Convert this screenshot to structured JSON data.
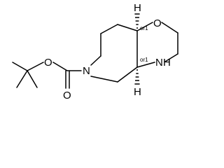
{
  "molecule": {
    "atoms": {
      "O_ring": "O",
      "NH": "N",
      "H": "H",
      "N_pip": "N",
      "O_ester": "O",
      "O_carbonyl": "O",
      "H_top": "H",
      "H_bottom": "H"
    },
    "stereo_labels": {
      "top": "or1",
      "bottom": "or1"
    }
  },
  "colors": {
    "bond": "#000000",
    "text": "#000000",
    "background": "#ffffff"
  }
}
